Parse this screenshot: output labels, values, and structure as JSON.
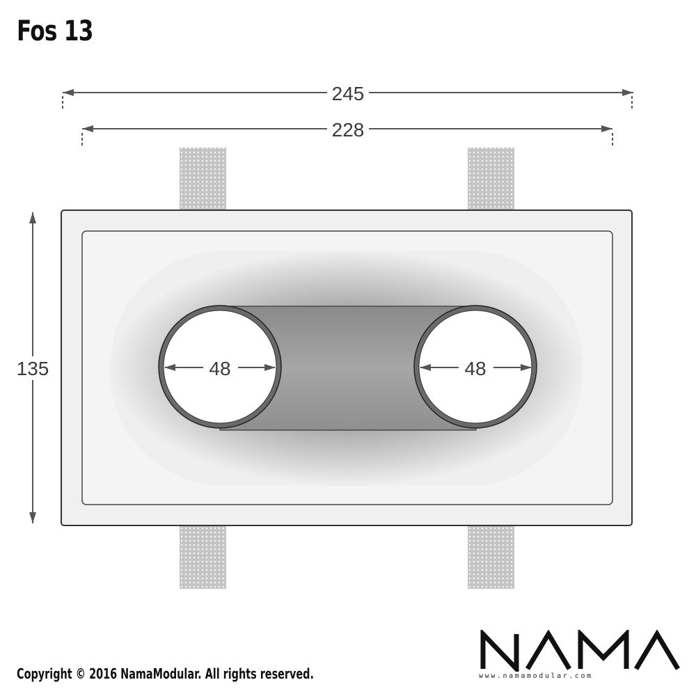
{
  "title": "Fos 13",
  "dimensions": {
    "outer_width": "245",
    "inner_width": "228",
    "height": "135",
    "hole_left": "48",
    "hole_right": "48"
  },
  "footer": {
    "copyright": "Copyright © 2016 NamaModular. All rights reserved."
  },
  "logo": {
    "name": "NAMA",
    "url": "www.namamodular.com"
  },
  "colors": {
    "line": "#333333",
    "dim_line": "#555555",
    "frame_fill": "#efefef",
    "tab_fill": "#cfcfcf"
  }
}
